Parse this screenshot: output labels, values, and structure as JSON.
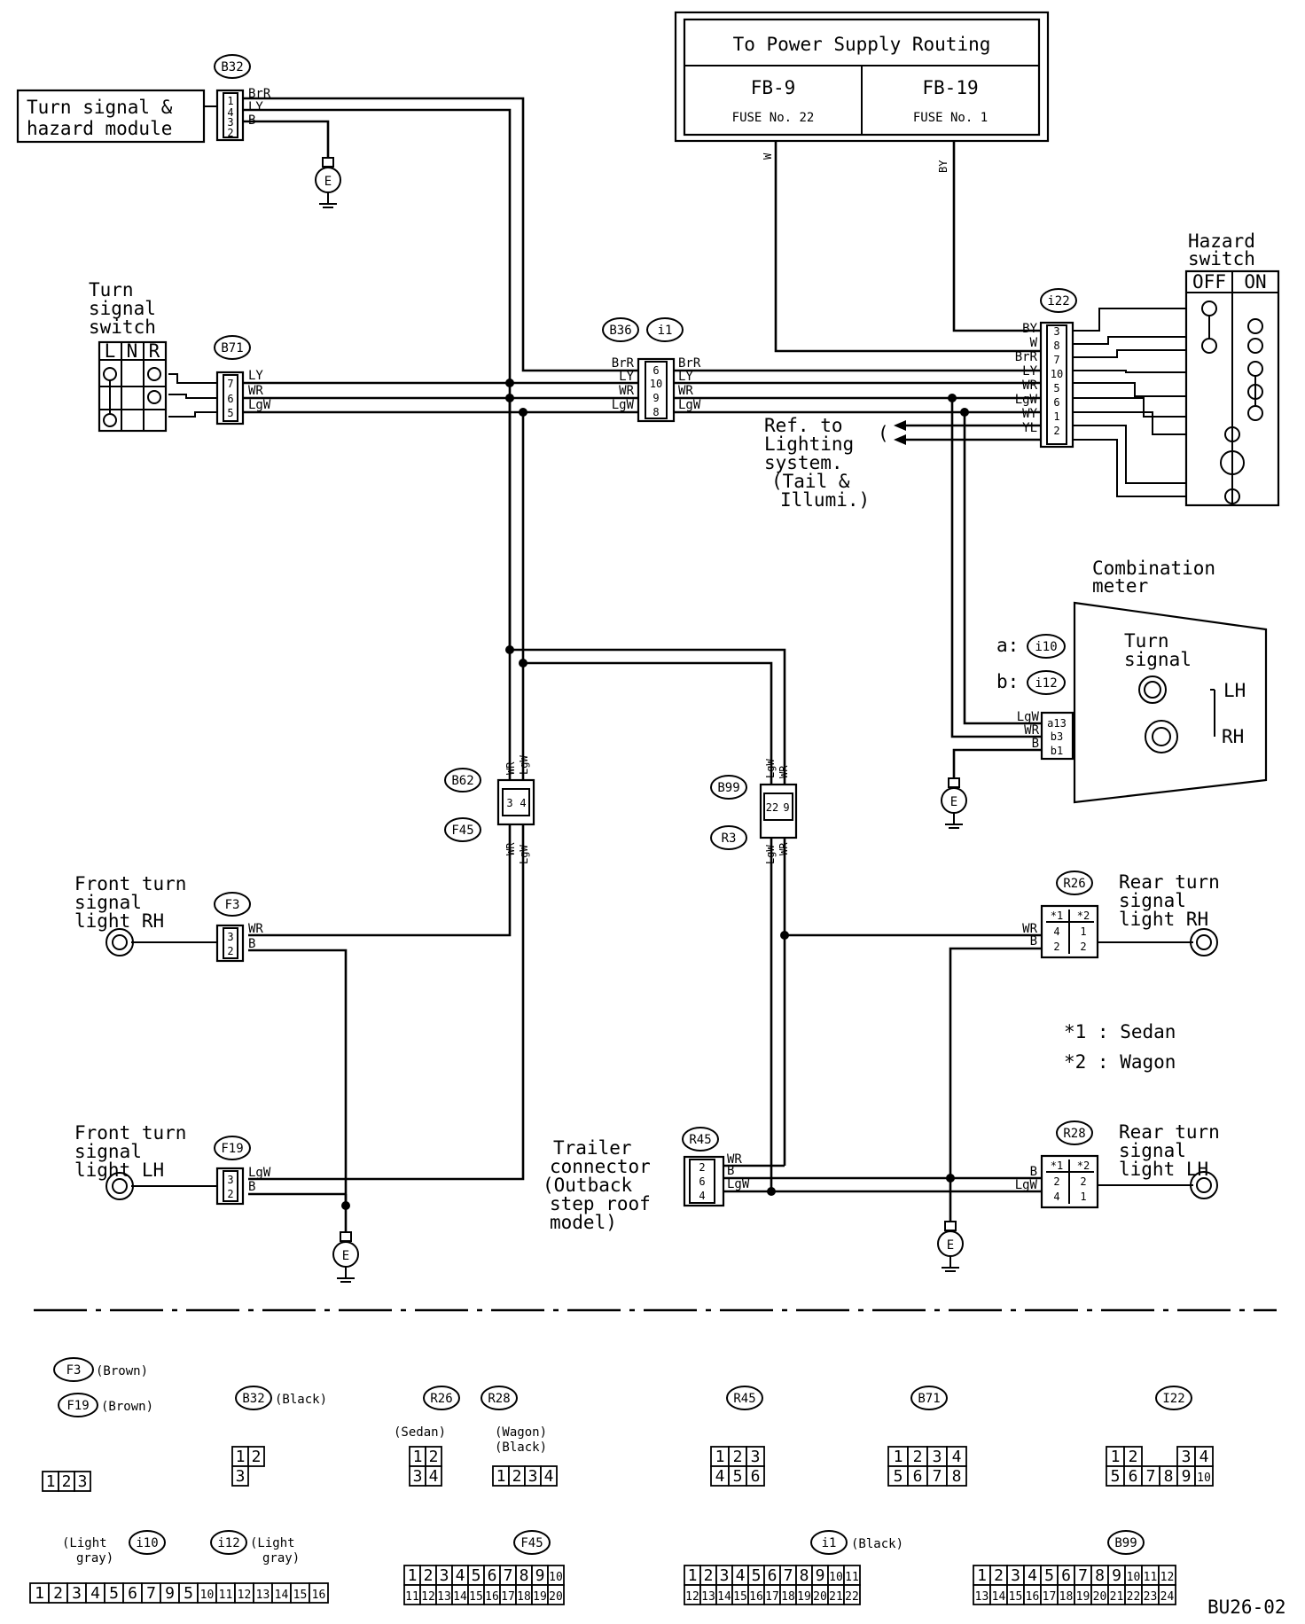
{
  "power_box": {
    "title": "To Power Supply Routing",
    "col1": "FB-9",
    "col1_sub": "FUSE No. 22",
    "col2": "FB-19",
    "col2_sub": "FUSE No. 1"
  },
  "power_wires": {
    "w1": "W",
    "w2": "BY"
  },
  "hazard_module": {
    "line1": "Turn signal &",
    "line2": "hazard module",
    "tag": "B32",
    "pins": [
      "1",
      "4",
      "3",
      "2"
    ],
    "wires": [
      "BrR",
      "LY",
      "B"
    ]
  },
  "turn_switch": {
    "line1": "Turn",
    "line2": "signal",
    "line3": "switch",
    "tag": "B71",
    "cols": [
      "L",
      "N",
      "R"
    ],
    "pins": [
      "7",
      "6",
      "5"
    ],
    "wires": [
      "LY",
      "WR",
      "LgW"
    ]
  },
  "b36": {
    "tag": "B36",
    "pins": [
      "6",
      "10",
      "9",
      "8"
    ],
    "wires": [
      "BrR",
      "LY",
      "WR",
      "LgW"
    ]
  },
  "i1": {
    "tag": "i1",
    "wires": [
      "BrR",
      "LY",
      "WR",
      "LgW"
    ]
  },
  "i22": {
    "tag": "i22",
    "pins": [
      "3",
      "8",
      "7",
      "10",
      "5",
      "6",
      "1",
      "2"
    ],
    "wires": [
      "BY",
      "W",
      "BrR",
      "LY",
      "WR",
      "LgW",
      "WY",
      "YL"
    ]
  },
  "hazard_switch": {
    "line1": "Hazard",
    "line2": "switch",
    "off": "OFF",
    "on": "ON"
  },
  "ref_lighting": {
    "line1": "Ref. to",
    "line2": "Lighting",
    "line3": "system.",
    "line4": "(Tail &",
    "line5": "Illumi.)"
  },
  "combo_meter": {
    "line1": "Combination",
    "line2": "meter",
    "a_prefix": "a:",
    "a_tag": "i10",
    "b_prefix": "b:",
    "b_tag": "i12",
    "sub1": "Turn",
    "sub2": "signal",
    "lh": "LH",
    "rh": "RH",
    "pins": [
      "a13",
      "b3",
      "b1"
    ],
    "wires": [
      "LgW",
      "WR",
      "B"
    ]
  },
  "b62": {
    "tag": "B62",
    "tag2": "F45",
    "pins": [
      "3",
      "4"
    ],
    "wires_top": [
      "WR",
      "LgW"
    ],
    "wires_bot": [
      "WR",
      "LgW"
    ]
  },
  "b99": {
    "tag": "B99",
    "tag2": "R3",
    "pins": [
      "22",
      "9"
    ],
    "wires_top": [
      "LgW",
      "WR"
    ],
    "wires_bot": [
      "LgW",
      "WR"
    ]
  },
  "front_rh": {
    "line1": "Front turn",
    "line2": "signal",
    "line3": "light RH",
    "tag": "F3",
    "pins": [
      "3",
      "2"
    ],
    "wires": [
      "WR",
      "B"
    ]
  },
  "front_lh": {
    "line1": "Front turn",
    "line2": "signal",
    "line3": "light LH",
    "tag": "F19",
    "pins": [
      "3",
      "2"
    ],
    "wires": [
      "LgW",
      "B"
    ]
  },
  "rear_rh": {
    "line1": "Rear turn",
    "line2": "signal",
    "line3": "light RH",
    "tag": "R26",
    "hdr": [
      "*1",
      "*2"
    ],
    "row1": [
      "4",
      "1"
    ],
    "row2": [
      "2",
      "2"
    ],
    "wires": [
      "WR",
      "B"
    ]
  },
  "rear_lh": {
    "line1": "Rear turn",
    "line2": "signal",
    "line3": "light LH",
    "tag": "R28",
    "hdr": [
      "*1",
      "*2"
    ],
    "row1": [
      "2",
      "2"
    ],
    "row2": [
      "4",
      "1"
    ],
    "wires": [
      "B",
      "LgW"
    ]
  },
  "trailer": {
    "line1": "Trailer",
    "line2": "connector",
    "line3": "(Outback",
    "line4": "step roof",
    "line5": "model)",
    "tag": "R45",
    "pins": [
      "2",
      "6",
      "4"
    ],
    "wires": [
      "WR",
      "B",
      "LgW"
    ]
  },
  "notes": {
    "n1": "*1  :  Sedan",
    "n2": "*2  :  Wagon"
  },
  "ground_label": "E",
  "legend": {
    "f3": "F3",
    "f3_color": "(Brown)",
    "f19": "F19",
    "f19_color": "(Brown)",
    "b32": "B32",
    "b32_color": "(Black)",
    "r26": "R26",
    "r26_note": "(Sedan)",
    "r28": "R28",
    "r28_note1": "(Wagon)",
    "r28_note2": "(Black)",
    "r45": "R45",
    "b71": "B71",
    "i22": "I22",
    "i10_pre": "(Light",
    "i10_pre2": "gray)",
    "i10": "i10",
    "i12": "i12",
    "i12_post": "(Light",
    "i12_post2": "gray)",
    "f45": "F45",
    "i1": "i1",
    "i1_color": "(Black)",
    "b99": "B99",
    "conn_123": [
      "1",
      "2",
      "3"
    ],
    "conn_b32": [
      "1",
      "2",
      "3"
    ],
    "conn_r26": [
      "1",
      "2",
      "3",
      "4"
    ],
    "conn_r28": [
      "1",
      "2",
      "3",
      "4"
    ],
    "conn_r45": [
      "1",
      "2",
      "3",
      "4",
      "5",
      "6"
    ],
    "conn_b71": [
      "1",
      "2",
      "3",
      "4",
      "5",
      "6",
      "7",
      "8"
    ],
    "conn_i22": [
      "1",
      "2",
      "3",
      "4",
      "5",
      "6",
      "7",
      "8",
      "9",
      "10"
    ],
    "conn_i10": [
      "1",
      "2",
      "3",
      "4",
      "5",
      "6",
      "7",
      "9",
      "5",
      "10",
      "11",
      "12",
      "13",
      "14",
      "15",
      "16"
    ],
    "conn_f45": [
      "1",
      "2",
      "3",
      "4",
      "5",
      "6",
      "7",
      "8",
      "9",
      "10",
      "11",
      "12",
      "13",
      "14",
      "15",
      "16",
      "17",
      "18",
      "19",
      "20"
    ],
    "conn_i1": [
      "1",
      "2",
      "3",
      "4",
      "5",
      "6",
      "7",
      "8",
      "9",
      "10",
      "11",
      "12",
      "13",
      "14",
      "15",
      "16",
      "17",
      "18",
      "19",
      "20",
      "21",
      "22"
    ],
    "conn_b99": [
      "1",
      "2",
      "3",
      "4",
      "5",
      "6",
      "7",
      "8",
      "9",
      "10",
      "11",
      "12",
      "13",
      "14",
      "15",
      "16",
      "17",
      "18",
      "19",
      "20",
      "21",
      "22",
      "23",
      "24"
    ]
  },
  "code": "BU26-02"
}
